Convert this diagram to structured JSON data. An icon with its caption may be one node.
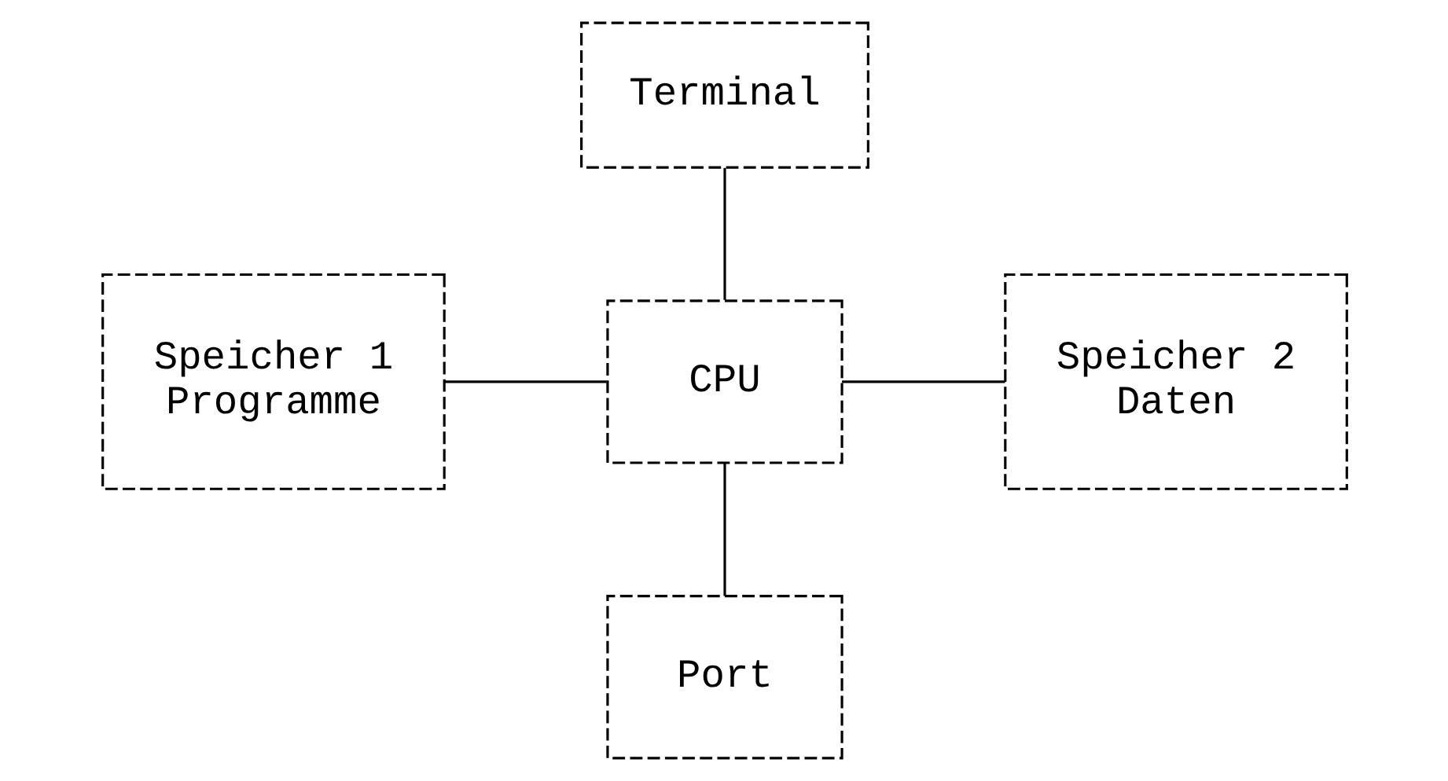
{
  "diagram": {
    "nodes": [
      {
        "text": [
          "Terminal"
        ]
      },
      {
        "text": [
          "Speicher 1",
          "Programme"
        ]
      },
      {
        "text": [
          "CPU"
        ]
      },
      {
        "text": [
          "Speicher 2",
          "Daten"
        ]
      },
      {
        "text": [
          "Port"
        ]
      }
    ],
    "edges": [
      {
        "from": 0,
        "to": 2,
        "arrow": "none"
      },
      {
        "from": 1,
        "to": 2,
        "arrow": "none"
      },
      {
        "from": 2,
        "to": 3,
        "arrow": "none"
      },
      {
        "from": 2,
        "to": 4,
        "arrow": "none"
      }
    ]
  }
}
